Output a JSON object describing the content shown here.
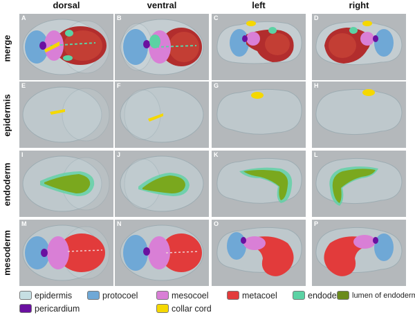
{
  "columns": [
    "dorsal",
    "ventral",
    "left",
    "right"
  ],
  "rows": [
    "merge",
    "epidermis",
    "endoderm",
    "mesoderm"
  ],
  "panel_letters": [
    "A",
    "B",
    "C",
    "D",
    "E",
    "F",
    "G",
    "H",
    "I",
    "J",
    "K",
    "L",
    "M",
    "N",
    "O",
    "P"
  ],
  "legend": [
    {
      "label": "epidermis",
      "color": "#c6dfe3"
    },
    {
      "label": "protocoel",
      "color": "#6fa8d6"
    },
    {
      "label": "mesocoel",
      "color": "#d97fd6"
    },
    {
      "label": "metacoel",
      "color": "#e23b3b"
    },
    {
      "label": "endoderm",
      "color": "#5cd2a4"
    },
    {
      "label": "lumen of endoderm",
      "color": "#6a8a1c"
    },
    {
      "label": "pericardium",
      "color": "#6a10a0"
    },
    {
      "label": "collar cord",
      "color": "#f5d800"
    }
  ]
}
